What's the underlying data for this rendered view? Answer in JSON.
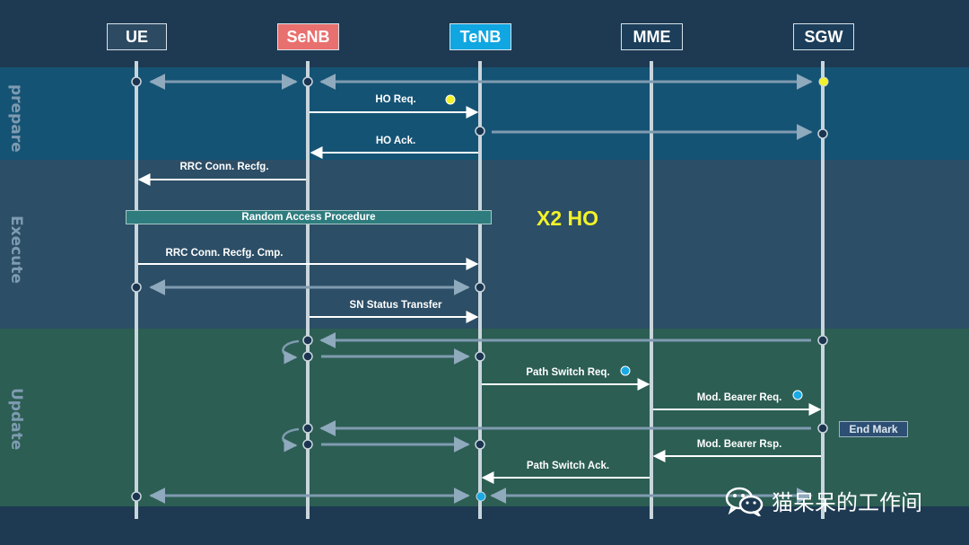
{
  "title": "X2 HO",
  "nodes": [
    {
      "id": "ue",
      "label": "UE",
      "color": "#2d4a63"
    },
    {
      "id": "senb",
      "label": "SeNB",
      "color": "#e8706e"
    },
    {
      "id": "tenb",
      "label": "TeNB",
      "color": "#10a6e2"
    },
    {
      "id": "mme",
      "label": "MME",
      "color": "#1c3e5a"
    },
    {
      "id": "sgw",
      "label": "SGW",
      "color": "#1c3e5a"
    }
  ],
  "phases": [
    {
      "id": "prepare",
      "label": "prepare",
      "color": "#155374"
    },
    {
      "id": "execute",
      "label": "Execute",
      "color": "#2c4e66"
    },
    {
      "id": "update",
      "label": "Update",
      "color": "#2c5e53"
    }
  ],
  "messages": [
    {
      "label": "HO Req.",
      "from": "senb",
      "to": "tenb",
      "dot": "#f2f22a"
    },
    {
      "label": "HO Ack.",
      "from": "tenb",
      "to": "senb"
    },
    {
      "label": "RRC Conn. Recfg.",
      "from": "senb",
      "to": "ue"
    },
    {
      "label": "RRC Conn. Recfg. Cmp.",
      "from": "ue",
      "to": "tenb"
    },
    {
      "label": "SN Status Transfer",
      "from": "senb",
      "to": "tenb"
    },
    {
      "label": "Path Switch Req.",
      "from": "tenb",
      "to": "mme",
      "dot": "#1aa9e3"
    },
    {
      "label": "Mod. Bearer Req.",
      "from": "mme",
      "to": "sgw",
      "dot": "#1aa9e3"
    },
    {
      "label": "Mod. Bearer Rsp.",
      "from": "sgw",
      "to": "mme"
    },
    {
      "label": "Path Switch Ack.",
      "from": "mme",
      "to": "tenb"
    }
  ],
  "data_flows": [
    {
      "between": [
        "ue",
        "senb"
      ]
    },
    {
      "between": [
        "senb",
        "sgw"
      ]
    },
    {
      "between": [
        "tenb",
        "sgw"
      ]
    },
    {
      "between": [
        "ue",
        "tenb"
      ]
    },
    {
      "between": [
        "senb",
        "sgw"
      ]
    },
    {
      "between": [
        "senb",
        "tenb"
      ]
    },
    {
      "between": [
        "senb",
        "sgw"
      ]
    },
    {
      "between": [
        "senb",
        "tenb"
      ]
    },
    {
      "between": [
        "ue",
        "tenb"
      ]
    },
    {
      "between": [
        "tenb",
        "sgw"
      ]
    }
  ],
  "random_access": "Random Access Procedure",
  "end_mark": "End Mark",
  "watermark": "猫呆呆的工作间",
  "colors": {
    "lifeline": "#c9d5dd",
    "arrow": "#ffffff",
    "data_flow": "#7896ad"
  }
}
